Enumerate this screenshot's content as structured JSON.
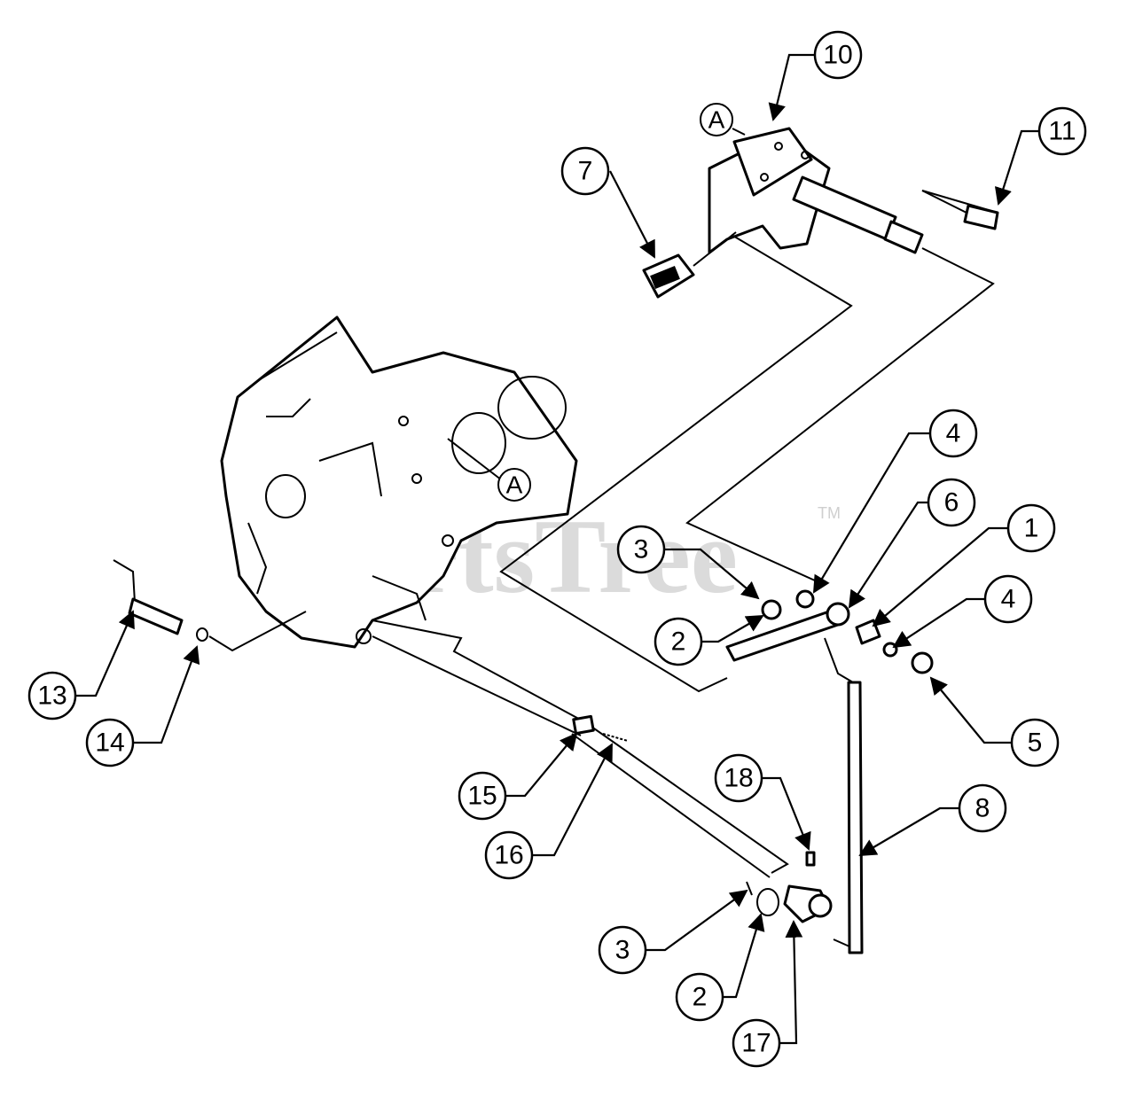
{
  "watermark": {
    "text": "PartsTree",
    "tm": "TM"
  },
  "reference_letters": [
    {
      "id": "A-top",
      "text": "A"
    },
    {
      "id": "A-engine",
      "text": "A"
    }
  ],
  "callouts": [
    {
      "id": "c1",
      "label": "1"
    },
    {
      "id": "c2a",
      "label": "2"
    },
    {
      "id": "c2b",
      "label": "2"
    },
    {
      "id": "c3a",
      "label": "3"
    },
    {
      "id": "c3b",
      "label": "3"
    },
    {
      "id": "c4a",
      "label": "4"
    },
    {
      "id": "c4b",
      "label": "4"
    },
    {
      "id": "c5",
      "label": "5"
    },
    {
      "id": "c6",
      "label": "6"
    },
    {
      "id": "c7",
      "label": "7"
    },
    {
      "id": "c8",
      "label": "8"
    },
    {
      "id": "c10",
      "label": "10"
    },
    {
      "id": "c11",
      "label": "11"
    },
    {
      "id": "c13",
      "label": "13"
    },
    {
      "id": "c14",
      "label": "14"
    },
    {
      "id": "c15",
      "label": "15"
    },
    {
      "id": "c16",
      "label": "16"
    },
    {
      "id": "c17",
      "label": "17"
    },
    {
      "id": "c18",
      "label": "18"
    }
  ]
}
